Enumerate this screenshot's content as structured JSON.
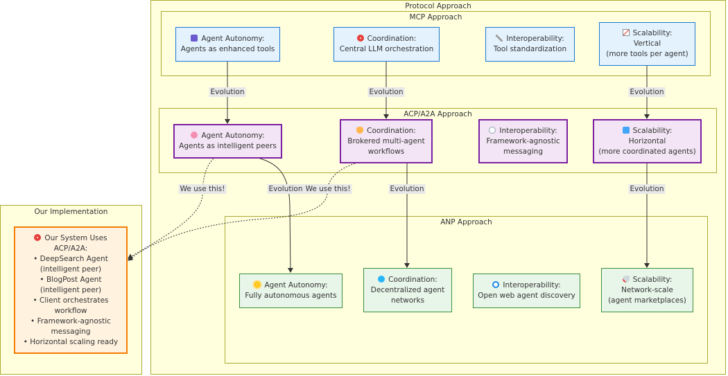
{
  "clusters": {
    "protocol": "Protocol Approach",
    "mcp": "MCP Approach",
    "acp": "ACP/A2A Approach",
    "anp": "ANP Approach",
    "implementation": "Our Implementation"
  },
  "nodes": {
    "mcp_autonomy": {
      "icon": "robot-icon",
      "line1": "Agent Autonomy:",
      "line2": "Agents as enhanced tools"
    },
    "mcp_coordination": {
      "icon": "target-icon",
      "line1": "Coordination:",
      "line2": "Central LLM orchestration"
    },
    "mcp_interop": {
      "icon": "tools-icon",
      "line1": "Interoperability:",
      "line2": "Tool standardization"
    },
    "mcp_scalability": {
      "icon": "chart-increasing-icon",
      "line1": "Scalability:",
      "line2": "Vertical",
      "line3": "(more tools per agent)"
    },
    "acp_autonomy": {
      "icon": "brain-icon",
      "line1": "Agent Autonomy:",
      "line2": "Agents as intelligent peers"
    },
    "acp_coordination": {
      "icon": "handshake-icon",
      "line1": "Coordination:",
      "line2": "Brokered multi-agent",
      "line3": "workflows"
    },
    "acp_interop": {
      "icon": "speech-bubble-icon",
      "line1": "Interoperability:",
      "line2": "Framework-agnostic",
      "line3": "messaging"
    },
    "acp_scalability": {
      "icon": "cycle-icon",
      "line1": "Scalability:",
      "line2": "Horizontal",
      "line3": "(more coordinated agents)"
    },
    "anp_autonomy": {
      "icon": "sun-icon",
      "line1": "Agent Autonomy:",
      "line2": "Fully autonomous agents"
    },
    "anp_coordination": {
      "icon": "globe-icon",
      "line1": "Coordination:",
      "line2": "Decentralized agent",
      "line3": "networks"
    },
    "anp_interop": {
      "icon": "magnifier-icon",
      "line1": "Interoperability:",
      "line2": "Open web agent discovery"
    },
    "anp_scalability": {
      "icon": "rocket-icon",
      "line1": "Scalability:",
      "line2": "Network-scale",
      "line3": "(agent marketplaces)"
    },
    "impl": {
      "icon": "target-icon",
      "lines": [
        "Our System Uses",
        "ACP/A2A:",
        "• DeepSearch Agent",
        "(intelligent peer)",
        "• BlogPost Agent",
        "(intelligent peer)",
        "• Client orchestrates",
        "workflow",
        "• Framework-agnostic",
        "messaging",
        "• Horizontal scaling ready"
      ]
    }
  },
  "edge_labels": {
    "evolution": "Evolution",
    "we_use_this": "We use this!"
  }
}
